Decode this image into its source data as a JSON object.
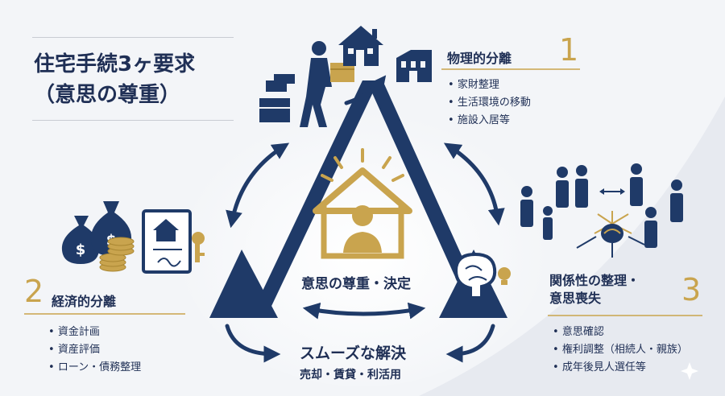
{
  "title": {
    "line1": "住宅手続3ヶ要求",
    "line2": "（意思の尊重）"
  },
  "section1": {
    "title": "物理的分離",
    "number": "1",
    "bullets": [
      "家財整理",
      "生活環境の移動",
      "施設入居等"
    ]
  },
  "section2": {
    "title": "経済的分離",
    "number": "2",
    "bullets": [
      "資金計画",
      "資産評価",
      "ローン・債務整理"
    ]
  },
  "section3": {
    "title_line1": "関係性の整理・",
    "title_line2": "意思喪失",
    "number": "3",
    "bullets": [
      "意思確認",
      "権利調整（相続人・親族）",
      "成年後見人選任等"
    ]
  },
  "center": {
    "label": "意思の尊重・決定"
  },
  "goal": {
    "label": "スムーズな解決",
    "sub": "売却・賃貸・利活用"
  },
  "icons": {
    "top": [
      "mover-person-icon",
      "house-icon",
      "moving-box-icon",
      "building-icon",
      "furniture-icon"
    ],
    "left": [
      "money-bag-icon",
      "coin-stack-icon",
      "property-document-icon",
      "key-icon"
    ],
    "right": [
      "people-group-icon",
      "brain-network-icon"
    ],
    "center": [
      "house-person-icon",
      "brain-lightbulb-icon"
    ]
  },
  "colors": {
    "navy": "#1f3a68",
    "gold": "#c9a44e",
    "background": "#f3f5f8"
  }
}
